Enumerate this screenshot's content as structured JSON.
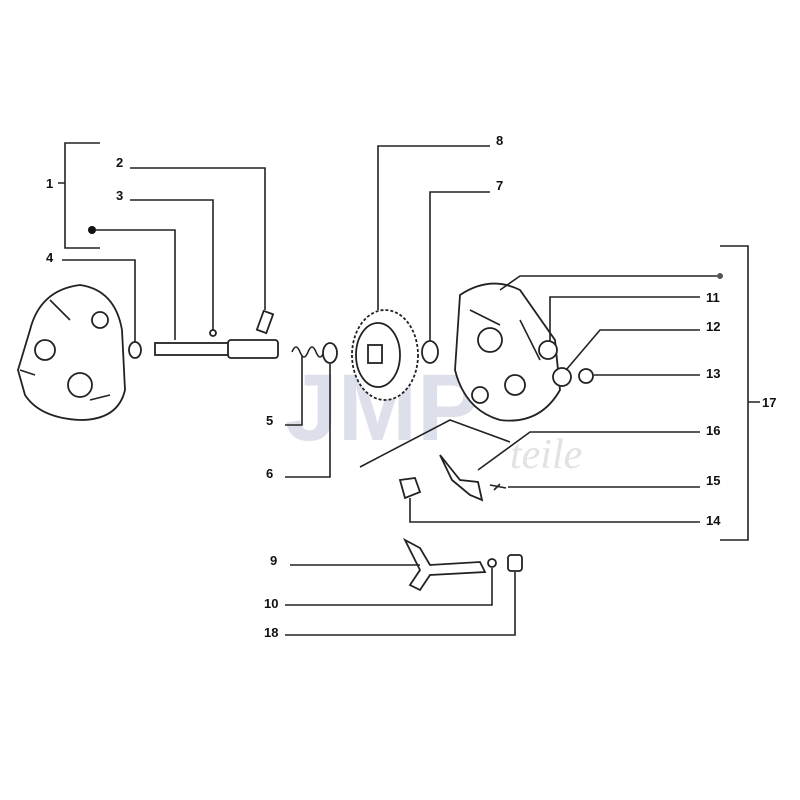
{
  "watermark": {
    "brand": "JMP",
    "sub": "teile"
  },
  "callouts": {
    "c1": "1",
    "c2": "2",
    "c3": "3",
    "c4": "4",
    "c5": "5",
    "c6": "6",
    "c7": "7",
    "c8": "8",
    "c9": "9",
    "c10": "10",
    "c11": "11",
    "c12": "12",
    "c13": "13",
    "c14": "14",
    "c15": "15",
    "c16": "16",
    "c17": "17",
    "c18": "18"
  },
  "colors": {
    "line": "#222222",
    "watermark": "#dde0ea"
  }
}
